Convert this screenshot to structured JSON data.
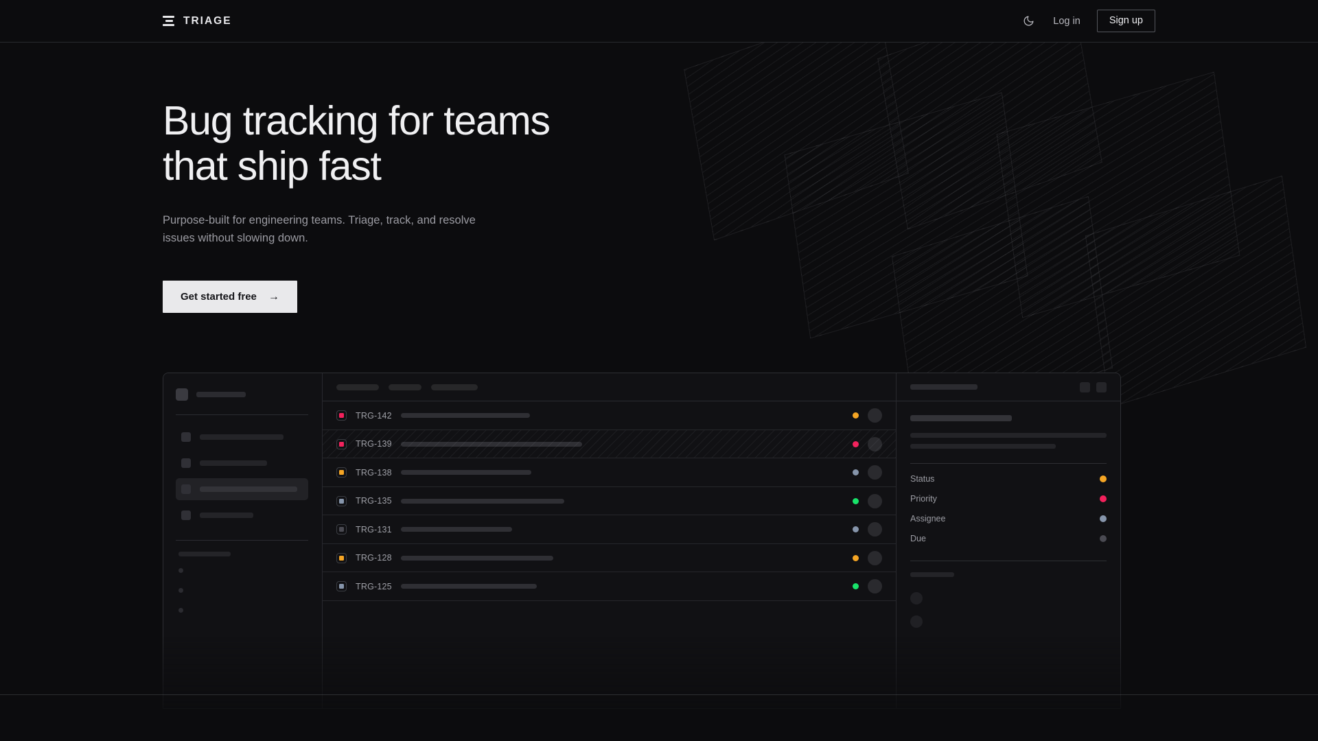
{
  "header": {
    "brand": "TRIAGE",
    "theme_toggle_icon": "moon-icon",
    "login_label": "Log in",
    "signup_label": "Sign up"
  },
  "hero": {
    "heading_line1": "Bug tracking for teams",
    "heading_line2": "that ship fast",
    "subtitle": "Purpose-built for engineering teams. Triage, track, and resolve issues without slowing down.",
    "cta_label": "Get started free",
    "cta_arrow": "→"
  },
  "colors": {
    "background": "#0c0c0e",
    "surface": "#111114",
    "text_primary": "#f0f0f2",
    "text_muted": "#9b9ba2",
    "cta_bg": "#e9e9eb",
    "status_amber": "#f5a524",
    "status_pink": "#f3215c",
    "status_slate": "#8695ab",
    "status_green": "#18e36a",
    "status_gray": "#4a4a52"
  },
  "mockup": {
    "sidebar": {
      "nav_items": [
        {
          "width": 122,
          "active": false
        },
        {
          "width": 98,
          "active": false
        },
        {
          "width": 142,
          "active": true
        },
        {
          "width": 78,
          "active": false
        }
      ],
      "section_label_width": 76,
      "sub_items": 3
    },
    "list": {
      "filters": [
        62,
        48,
        68
      ],
      "rows": [
        {
          "id": "TRG-142",
          "priority": "pink",
          "status": "amber",
          "bar": 188,
          "hatched": false
        },
        {
          "id": "TRG-139",
          "priority": "pink",
          "status": "pink",
          "bar": 264,
          "hatched": true
        },
        {
          "id": "TRG-138",
          "priority": "amber",
          "status": "slate",
          "bar": 190,
          "hatched": false
        },
        {
          "id": "TRG-135",
          "priority": "slate",
          "status": "green",
          "bar": 238,
          "hatched": false
        },
        {
          "id": "TRG-131",
          "priority": "gray",
          "status": "slate",
          "bar": 162,
          "hatched": false
        },
        {
          "id": "TRG-128",
          "priority": "amber",
          "status": "amber",
          "bar": 222,
          "hatched": false
        },
        {
          "id": "TRG-125",
          "priority": "slate",
          "status": "green",
          "bar": 198,
          "hatched": false
        }
      ]
    },
    "detail": {
      "header_skeleton_width": 98,
      "icon_buttons": 2,
      "title_skeleton_width": 148,
      "desc_skeleton_widths": [
        286,
        212
      ],
      "meta": [
        {
          "label": "Status",
          "color": "amber"
        },
        {
          "label": "Priority",
          "color": "pink"
        },
        {
          "label": "Assignee",
          "color": "slate"
        },
        {
          "label": "Due",
          "color": "gray"
        }
      ],
      "footer_label_width": 64,
      "footer_avatars": 2
    }
  }
}
